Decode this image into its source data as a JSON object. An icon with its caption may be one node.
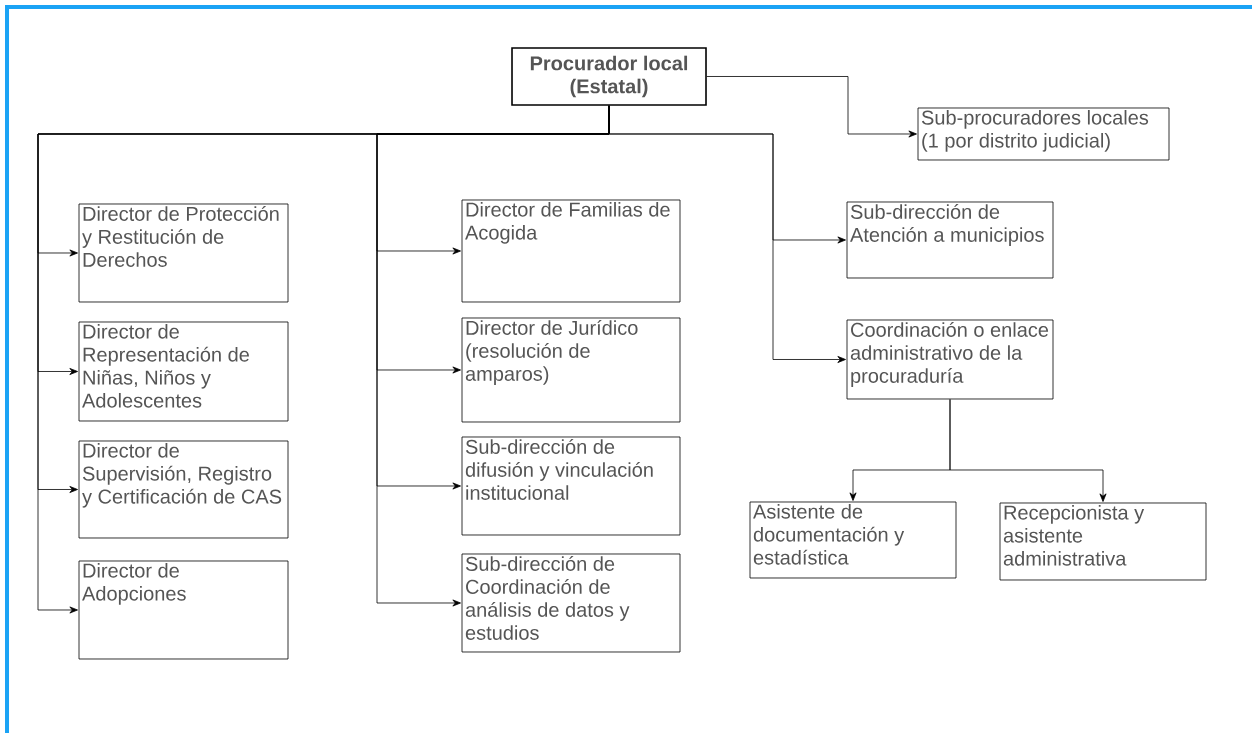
{
  "diagram": {
    "nodes": [
      {
        "text": [
          "Procurador local (Estatal)"
        ]
      },
      {
        "text": [
          "Sub-procuradores locales (1 por distrito judicial)"
        ]
      },
      {
        "text": [
          "Director de Protección y Restitución de Derechos"
        ]
      },
      {
        "text": [
          "Director de Representación de Niñas, Niños y Adolescentes"
        ]
      },
      {
        "text": [
          "Director de Supervisión, Registro y Certificación de CAS"
        ]
      },
      {
        "text": [
          "Director de Adopciones"
        ]
      },
      {
        "text": [
          "Director de Familias de Acogida"
        ]
      },
      {
        "text": [
          "Director de Jurídico (resolución de amparos)"
        ]
      },
      {
        "text": [
          "Sub-dirección de difusión y vinculación institucional"
        ]
      },
      {
        "text": [
          "Sub-dirección de Coordinación de análisis de datos y estudios"
        ]
      },
      {
        "text": [
          "Sub-dirección de Atención a municipios"
        ]
      },
      {
        "text": [
          "Coordinación o enlace administrativo de la procuraduría"
        ]
      },
      {
        "text": [
          "Asistente de documentación y estadística"
        ]
      },
      {
        "text": [
          "Recepcionista y asistente administrativa"
        ]
      }
    ],
    "edges": [
      {
        "from": 0,
        "to": 1,
        "arrow": "to"
      },
      {
        "from": 0,
        "to": 2,
        "arrow": "to"
      },
      {
        "from": 0,
        "to": 3,
        "arrow": "to"
      },
      {
        "from": 0,
        "to": 4,
        "arrow": "to"
      },
      {
        "from": 0,
        "to": 5,
        "arrow": "to"
      },
      {
        "from": 0,
        "to": 6,
        "arrow": "to"
      },
      {
        "from": 0,
        "to": 7,
        "arrow": "to"
      },
      {
        "from": 0,
        "to": 8,
        "arrow": "to"
      },
      {
        "from": 0,
        "to": 9,
        "arrow": "to"
      },
      {
        "from": 0,
        "to": 10,
        "arrow": "to"
      },
      {
        "from": 0,
        "to": 11,
        "arrow": "to"
      },
      {
        "from": 11,
        "to": 12,
        "arrow": "to"
      },
      {
        "from": 11,
        "to": 13,
        "arrow": "to"
      }
    ]
  }
}
